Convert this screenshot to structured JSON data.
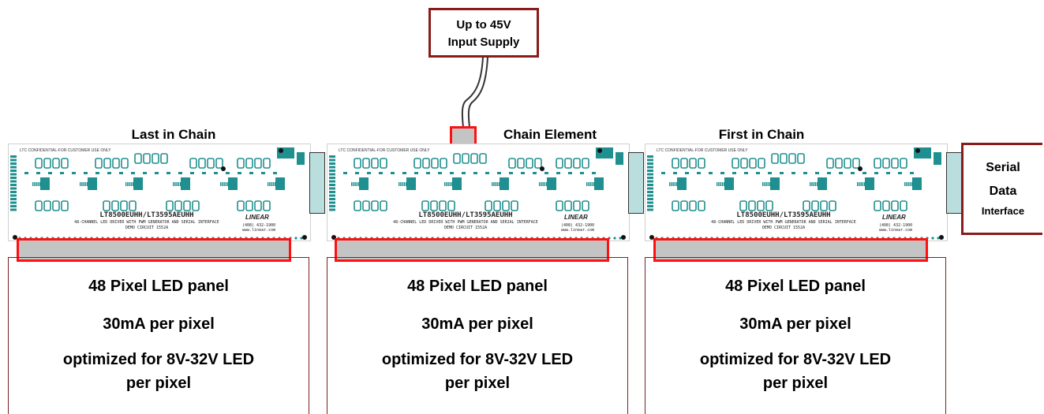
{
  "supply": {
    "line1": "Up to 45V",
    "line2": "Input Supply"
  },
  "serial": {
    "line1": "Serial",
    "line2": "Data",
    "line3": "Interface"
  },
  "boards": [
    {
      "title": "Last in Chain",
      "part": "LT8500EUHH/LT3595AEUHH",
      "desc": "48-CHANNEL LED DRIVER WITH PWM GENERATOR AND SERIAL INTERFACE",
      "demo": "DEMO CIRCUIT 1552A",
      "conf": "LTC CONFIDENTIAL-FOR CUSTOMER USE ONLY",
      "phone": "(408) 432-1900",
      "web": "www.linear.com",
      "logo": "LINEAR"
    },
    {
      "title": "Chain Element",
      "part": "LT8500EUHH/LT3595AEUHH",
      "desc": "48-CHANNEL LED DRIVER WITH PWM GENERATOR AND SERIAL INTERFACE",
      "demo": "DEMO CIRCUIT 1552A",
      "conf": "LTC CONFIDENTIAL-FOR CUSTOMER USE ONLY",
      "phone": "(408) 432-1900",
      "web": "www.linear.com",
      "logo": "LINEAR"
    },
    {
      "title": "First in Chain",
      "part": "LT8500EUHH/LT3595AEUHH",
      "desc": "48-CHANNEL LED DRIVER WITH PWM GENERATOR AND SERIAL INTERFACE",
      "demo": "DEMO CIRCUIT 1552A",
      "conf": "LTC CONFIDENTIAL-FOR CUSTOMER USE ONLY",
      "phone": "(408) 432-1900",
      "web": "www.linear.com",
      "logo": "LINEAR"
    }
  ],
  "panels": [
    {
      "line1": "48 Pixel LED panel",
      "line2": "30mA per pixel",
      "line3": "optimized for 8V-32V LED",
      "line4": "per pixel"
    },
    {
      "line1": "48 Pixel LED panel",
      "line2": "30mA per pixel",
      "line3": "optimized for 8V-32V LED",
      "line4": "per pixel"
    },
    {
      "line1": "48 Pixel LED panel",
      "line2": "30mA per pixel",
      "line3": "optimized for 8V-32V LED",
      "line4": "per pixel"
    }
  ],
  "colors": {
    "pcb_trace": "#1f8f8f",
    "connector": "#b9dedd",
    "highlight_border": "#ff1010",
    "box_border": "#8b1a1a",
    "strip_fill": "#c4c4c4"
  }
}
